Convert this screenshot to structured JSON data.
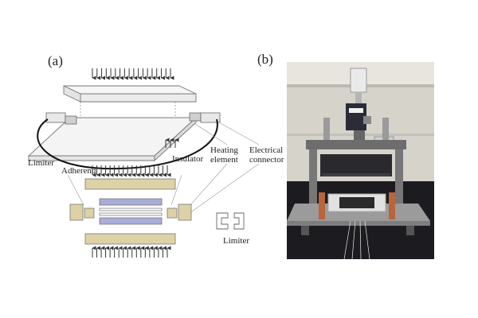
{
  "panels": {
    "a": "(a)",
    "b": "(b)"
  },
  "callouts": {
    "limiter_top": "Limiter",
    "adherend": "Adherend",
    "insulator": "Insulator",
    "heating_line1": "Heating",
    "heating_line2": "element",
    "electrical_line1": "Electrical",
    "electrical_line2": "connector",
    "limiter_bottom": "Limiter"
  },
  "colors": {
    "insulator_fill": "#ddd2a6",
    "heating_element_fill": "#a9add8",
    "photo_wall": "#d6d3cb",
    "photo_bench": "#1c1c20",
    "copper_electrode": "#b8643c"
  }
}
